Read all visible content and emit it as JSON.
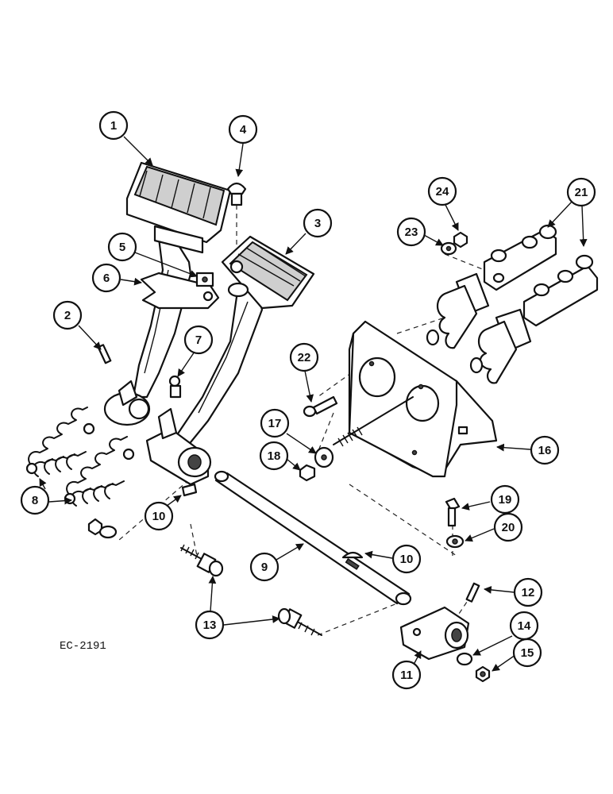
{
  "drawing_code": "EC-2191",
  "callouts": [
    {
      "id": "1",
      "text": "1"
    },
    {
      "id": "2",
      "text": "2"
    },
    {
      "id": "3",
      "text": "3"
    },
    {
      "id": "4",
      "text": "4"
    },
    {
      "id": "5",
      "text": "5"
    },
    {
      "id": "6",
      "text": "6"
    },
    {
      "id": "7",
      "text": "7"
    },
    {
      "id": "8",
      "text": "8"
    },
    {
      "id": "9",
      "text": "9"
    },
    {
      "id": "10a",
      "text": "10"
    },
    {
      "id": "10b",
      "text": "10"
    },
    {
      "id": "11",
      "text": "11"
    },
    {
      "id": "12",
      "text": "12"
    },
    {
      "id": "13",
      "text": "13"
    },
    {
      "id": "14",
      "text": "14"
    },
    {
      "id": "15",
      "text": "15"
    },
    {
      "id": "16",
      "text": "16"
    },
    {
      "id": "17",
      "text": "17"
    },
    {
      "id": "18",
      "text": "18"
    },
    {
      "id": "19",
      "text": "19"
    },
    {
      "id": "20",
      "text": "20"
    },
    {
      "id": "21",
      "text": "21"
    },
    {
      "id": "22",
      "text": "22"
    },
    {
      "id": "23",
      "text": "23"
    },
    {
      "id": "24",
      "text": "24"
    }
  ]
}
